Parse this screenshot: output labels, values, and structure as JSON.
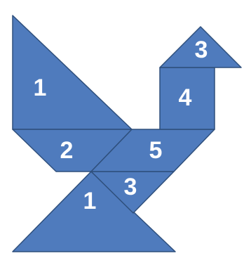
{
  "colors": {
    "piece_fill": "#4f7bbd",
    "piece_stroke": "#2e4f7c",
    "label": "#ffffff",
    "background": "#ffffff"
  },
  "pieces": [
    {
      "id": "large-triangle-top",
      "label": "1"
    },
    {
      "id": "parallelogram-left",
      "label": "2"
    },
    {
      "id": "large-triangle-bottom",
      "label": "1"
    },
    {
      "id": "small-triangle-bottom",
      "label": "3"
    },
    {
      "id": "parallelogram-right",
      "label": "5"
    },
    {
      "id": "square-neck",
      "label": "4"
    },
    {
      "id": "small-triangle-head",
      "label": "3"
    }
  ]
}
